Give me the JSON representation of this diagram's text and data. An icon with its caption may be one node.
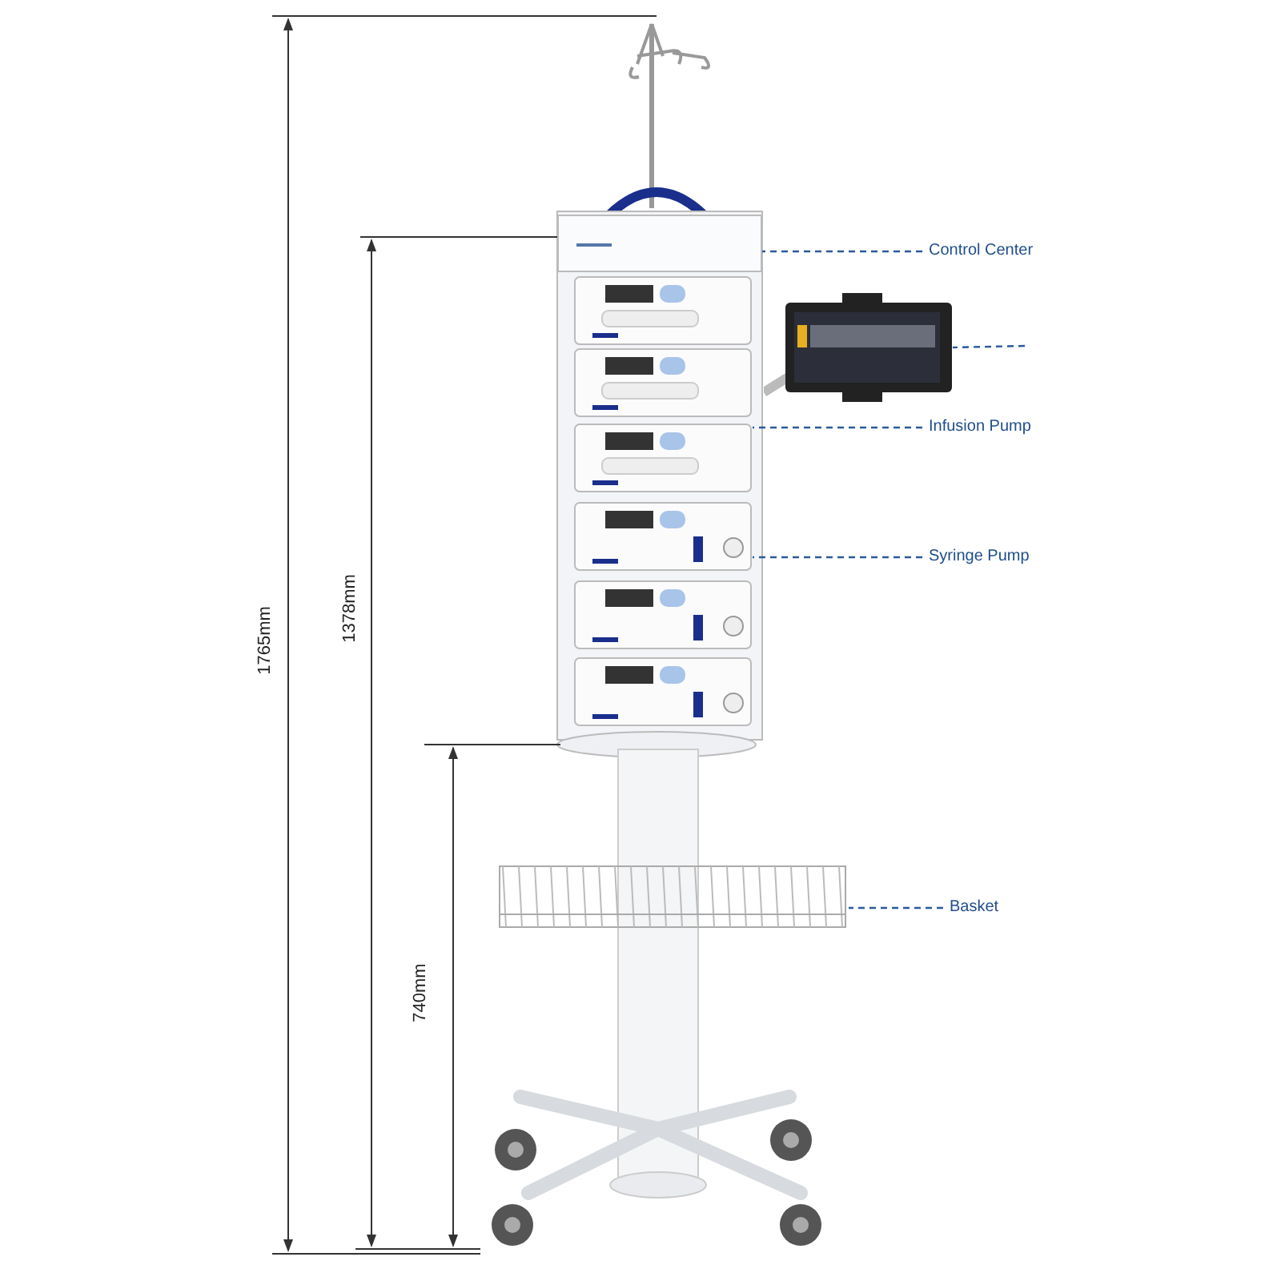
{
  "diagram": {
    "nodes": [
      {
        "text": [
          "Control Center"
        ]
      },
      {
        "text": [],
        "shape": "picture"
      },
      {
        "text": [],
        "shape": "picture"
      },
      {
        "text": [
          "Infusion Pump"
        ]
      },
      {
        "text": [],
        "shape": "picture"
      },
      {
        "text": [
          "Syringe Pump"
        ]
      },
      {
        "text": [],
        "shape": "picture"
      },
      {
        "text": [
          "Basket"
        ]
      },
      {
        "text": [],
        "shape": "picture"
      }
    ],
    "edges": [
      {
        "from": 0,
        "to": 1,
        "arrow": "none",
        "style": "dashed"
      },
      {
        "from": null,
        "to": 2,
        "arrow": "none",
        "style": "dashed"
      },
      {
        "from": 3,
        "to": 4,
        "arrow": "none",
        "style": "dashed"
      },
      {
        "from": 5,
        "to": 6,
        "arrow": "none",
        "style": "dashed"
      },
      {
        "from": 7,
        "to": 8,
        "arrow": "none",
        "style": "dashed"
      }
    ],
    "labels": [
      "1765mm",
      "1378mm",
      "740mm"
    ]
  }
}
